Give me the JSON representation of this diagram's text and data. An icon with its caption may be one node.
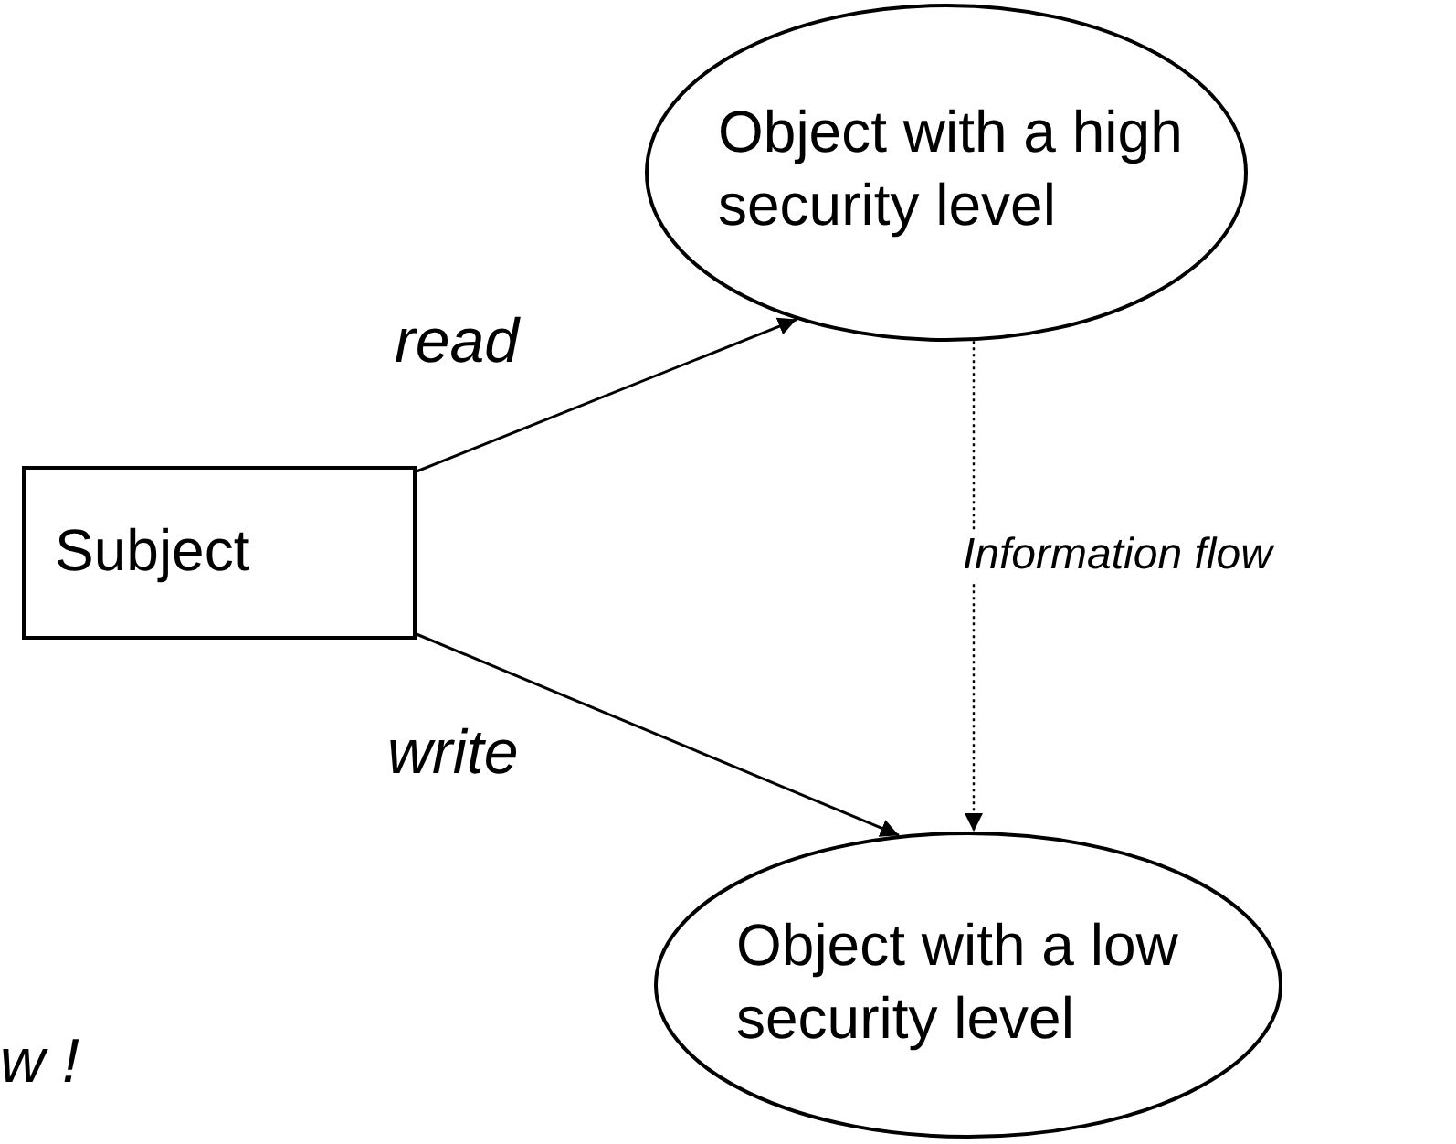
{
  "diagram": {
    "nodes": [
      {
        "text": [
          "Subject"
        ]
      },
      {
        "text": [
          "Object with a high security level"
        ]
      },
      {
        "text": [
          "Object with a low security level"
        ]
      }
    ],
    "edges": [
      {
        "from": 0,
        "to": 1,
        "arrow": "to",
        "label": "read"
      },
      {
        "from": 0,
        "to": 2,
        "arrow": "to",
        "label": "write"
      },
      {
        "from": 1,
        "to": 2,
        "arrow": "to",
        "label": "Information flow",
        "style": "dashed"
      }
    ],
    "labels": [
      "w !"
    ]
  }
}
